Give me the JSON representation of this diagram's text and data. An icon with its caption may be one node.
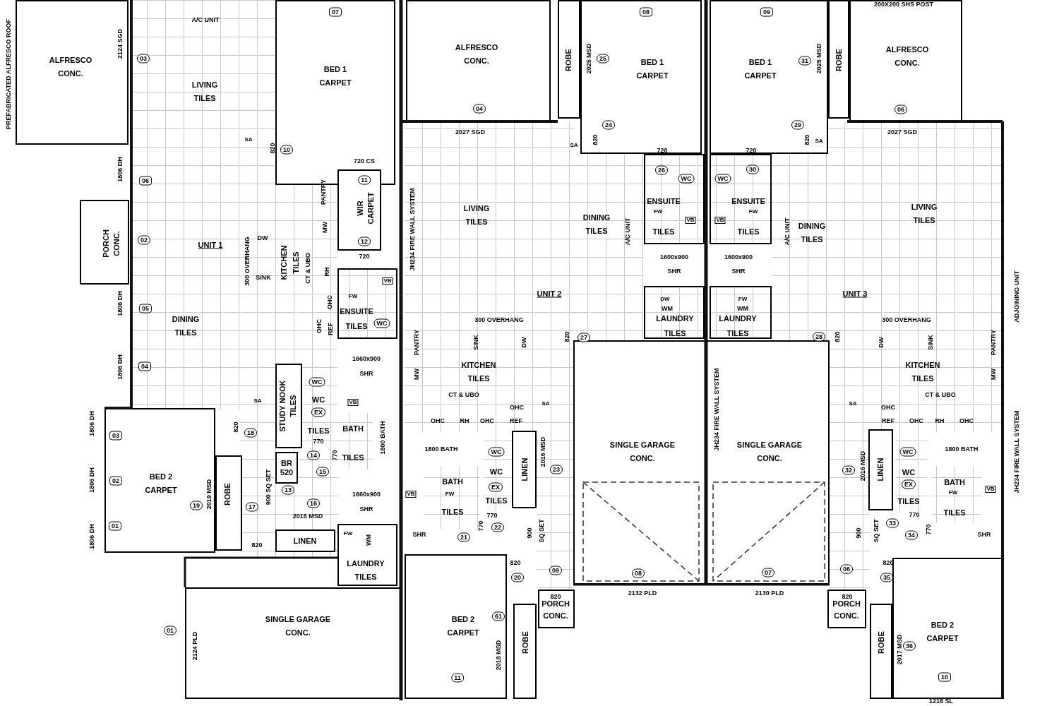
{
  "diagram": {
    "nodes": [
      {
        "text": [
          "ALFRESCO",
          "CONC."
        ]
      },
      {
        "text": [
          "LIVING",
          "TILES"
        ]
      },
      {
        "text": [
          "BED 1",
          "CARPET"
        ]
      },
      {
        "text": [
          "WIR",
          "CARPET"
        ]
      },
      {
        "text": [
          "PORCH",
          "CONC."
        ]
      },
      {
        "text": [
          "KITCHEN",
          "TILES"
        ]
      },
      {
        "text": [
          "DINING",
          "TILES"
        ]
      },
      {
        "text": [
          "ENSUITE",
          "TILES"
        ]
      },
      {
        "text": [
          "STUDY NOOK",
          "TILES"
        ]
      },
      {
        "text": [
          "WC",
          "TILES"
        ]
      },
      {
        "text": [
          "BATH",
          "TILES"
        ]
      },
      {
        "text": [
          "BR",
          "520"
        ]
      },
      {
        "text": [
          "LINEN"
        ]
      },
      {
        "text": [
          "LAUNDRY",
          "TILES"
        ]
      },
      {
        "text": [
          "SINGLE GARAGE",
          "CONC."
        ]
      },
      {
        "text": [
          "BED 2",
          "CARPET"
        ]
      },
      {
        "text": [
          "ROBE"
        ]
      },
      {
        "text": [
          "ALFRESCO",
          "CONC."
        ]
      },
      {
        "text": [
          "ROBE"
        ]
      },
      {
        "text": [
          "BED 1",
          "CARPET"
        ]
      },
      {
        "text": [
          "LIVING",
          "TILES"
        ]
      },
      {
        "text": [
          "DINING",
          "TILES"
        ]
      },
      {
        "text": [
          "ENSUITE",
          "TILES"
        ]
      },
      {
        "text": [
          "LAUNDRY",
          "TILES"
        ]
      },
      {
        "text": [
          "KITCHEN",
          "TILES"
        ]
      },
      {
        "text": [
          "BATH",
          "TILES"
        ]
      },
      {
        "text": [
          "WC",
          "TILES"
        ]
      },
      {
        "text": [
          "LINEN"
        ]
      },
      {
        "text": [
          "BED 2",
          "CARPET"
        ]
      },
      {
        "text": [
          "ROBE"
        ]
      },
      {
        "text": [
          "PORCH",
          "CONC."
        ]
      },
      {
        "text": [
          "SINGLE GARAGE",
          "CONC."
        ]
      },
      {
        "text": [
          "BED 1",
          "CARPET"
        ]
      },
      {
        "text": [
          "ROBE"
        ]
      },
      {
        "text": [
          "ALFRESCO",
          "CONC."
        ]
      },
      {
        "text": [
          "ENSUITE",
          "TILES"
        ]
      },
      {
        "text": [
          "DINING",
          "TILES"
        ]
      },
      {
        "text": [
          "LIVING",
          "TILES"
        ]
      },
      {
        "text": [
          "LAUNDRY",
          "TILES"
        ]
      },
      {
        "text": [
          "SINGLE GARAGE",
          "CONC."
        ]
      },
      {
        "text": [
          "KITCHEN",
          "TILES"
        ]
      },
      {
        "text": [
          "LINEN"
        ]
      },
      {
        "text": [
          "WC",
          "TILES"
        ]
      },
      {
        "text": [
          "BATH",
          "TILES"
        ]
      },
      {
        "text": [
          "PORCH",
          "CONC."
        ]
      },
      {
        "text": [
          "ROBE"
        ]
      },
      {
        "text": [
          "BED 2",
          "CARPET"
        ]
      }
    ],
    "labels": [
      "PREFABRICATED ALFRESCO ROOF",
      "200X200 SHS POST",
      "A/C UNIT",
      "07",
      "08",
      "09",
      "2124 SGD",
      "03",
      "2025 MSD",
      "25",
      "31",
      "2025 MSD",
      "04",
      "06",
      "24",
      "29",
      "2027 SGD",
      "2027 SGD",
      "820",
      "820",
      "SA",
      "820",
      "10",
      "SA",
      "SA",
      "720",
      "720",
      "720 CS",
      "1806 DH",
      "26",
      "30",
      "06",
      "11",
      "WC",
      "WC",
      "PANTRY",
      "FW",
      "FW",
      "VB",
      "VB",
      "MW",
      "JH234 FIRE WALL SYSTEM",
      "A/C UNIT",
      "A/C UNIT",
      "DW",
      "02",
      "12",
      "UNIT 1",
      "720",
      "1600x900",
      "1600x900",
      "300 OVERHANG",
      "CT & UBO",
      "RH",
      "SHR",
      "SHR",
      "SINK",
      "VB",
      "UNIT 2",
      "UNIT 3",
      "ADJOINING UNIT",
      "FW",
      "DW",
      "FW",
      "WM",
      "WM",
      "OHC",
      "OHC",
      "REF",
      "1806 DH",
      "05",
      "WC",
      "300 OVERHANG",
      "300 OVERHANG",
      "820",
      "27",
      "28",
      "820",
      "PANTRY",
      "SINK",
      "DW",
      "DW",
      "SINK",
      "PANTRY",
      "1806 DH",
      "04",
      "1660x900",
      "SHR",
      "MW",
      "MW",
      "WC",
      "SA",
      "VB",
      "CT & UBO",
      "OHC",
      "SA",
      "SA",
      "OHC",
      "CT & UBO",
      "EX",
      "OHC",
      "RH",
      "OHC",
      "REF",
      "JH234 FIRE WALL SYSTEM",
      "REF",
      "OHC",
      "RH",
      "OHC",
      "1806 DH",
      "03",
      "820",
      "18",
      "770",
      "1800 BATH",
      "14",
      "770",
      "1800 BATH",
      "WC",
      "2016 MSD",
      "WC",
      "1800 BATH",
      "JH234 FIRE WALL SYSTEM",
      "15",
      "23",
      "32",
      "2016 MSD",
      "1806 DH",
      "02",
      "2019 MSD",
      "900 SQ SET",
      "13",
      "1660x900",
      "VB",
      "FW",
      "EX",
      "EX",
      "FW",
      "VB",
      "19",
      "17",
      "2015 MSD",
      "16",
      "SHR",
      "770",
      "770",
      "1806 DH",
      "01",
      "FW",
      "WM",
      "SHR",
      "21",
      "770",
      "22",
      "900",
      "SQ SET",
      "900",
      "SQ SET",
      "33",
      "34",
      "770",
      "SHR",
      "820",
      "820",
      "09",
      "08",
      "07",
      "06",
      "820",
      "20",
      "35",
      "820",
      "2132 PLD",
      "2130 PLD",
      "820",
      "61",
      "01",
      "2124 PLD",
      "36",
      "2018 MSD",
      "2017 MSD",
      "11",
      "10",
      "1218 SL"
    ]
  }
}
